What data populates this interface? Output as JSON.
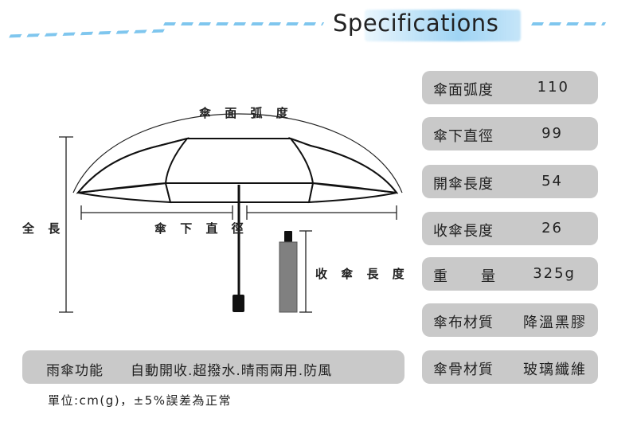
{
  "title": "Specifications",
  "diagram": {
    "canopy_arc_label": "傘 面 弧 度",
    "full_length_label": "全 長",
    "open_diameter_label": "傘 下 直 徑",
    "closed_length_label": "收 傘 長 度"
  },
  "specs": [
    {
      "label": "傘面弧度",
      "value": "110"
    },
    {
      "label": "傘下直徑",
      "value": "99"
    },
    {
      "label": "開傘長度",
      "value": "54"
    },
    {
      "label": "收傘長度",
      "value": "26"
    },
    {
      "label": "重　　量",
      "value": "325g"
    },
    {
      "label": "傘布材質",
      "value": "降溫黑膠"
    },
    {
      "label": "傘骨材質",
      "value": "玻璃纖維"
    }
  ],
  "features": {
    "label": "雨傘功能",
    "value": "自動開收.超撥水.晴雨兩用.防風"
  },
  "note": "單位:cm(g)，±5%誤差為正常",
  "colors": {
    "accent": "#7fc6ee",
    "box": "#c9c9c9",
    "closed_umbrella": "#808080"
  }
}
